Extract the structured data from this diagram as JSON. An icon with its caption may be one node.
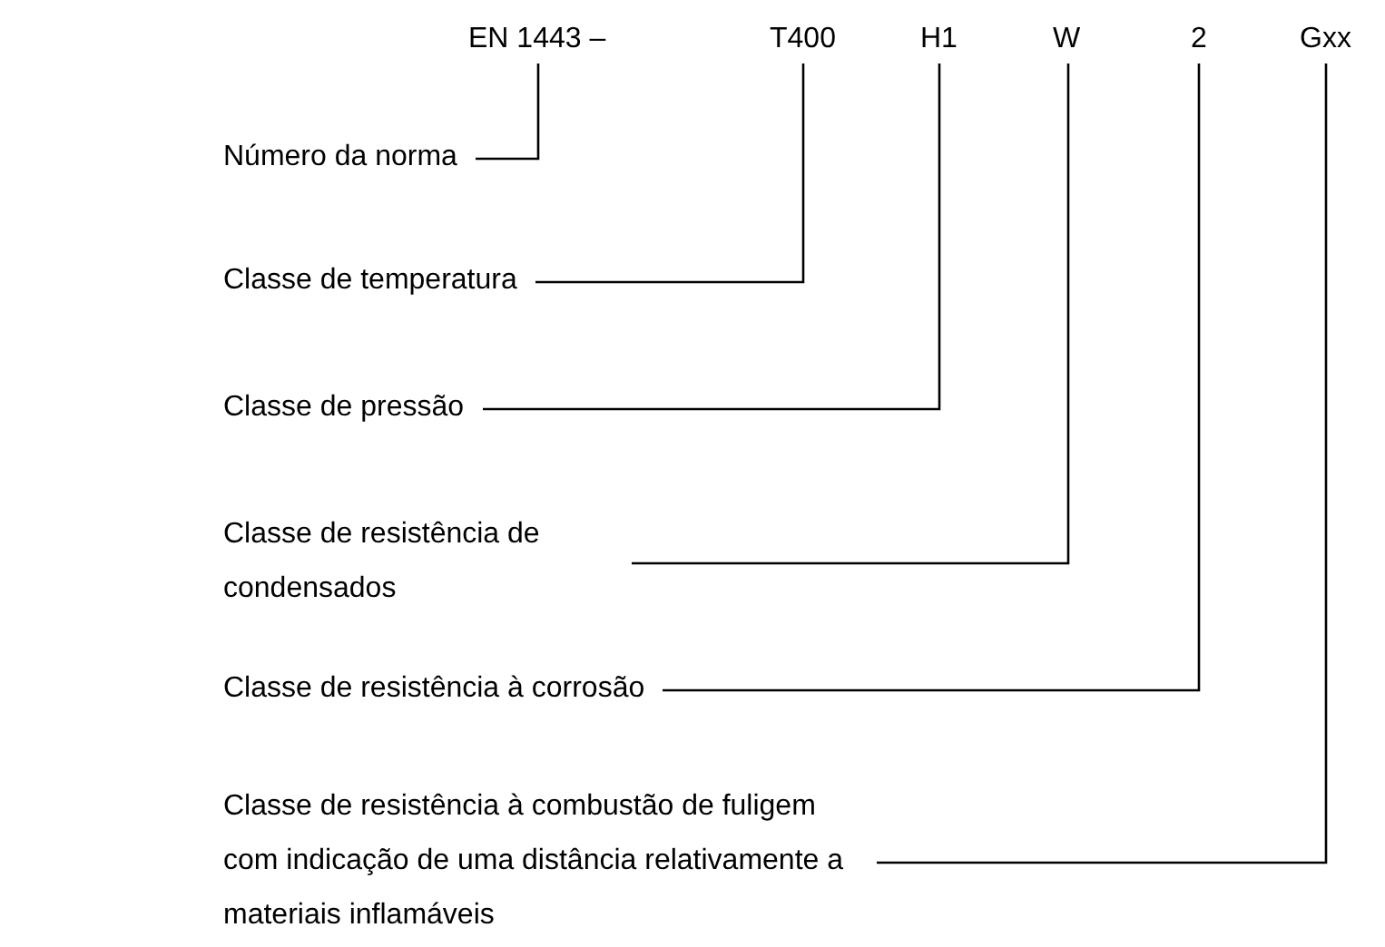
{
  "diagram": {
    "nodes": [
      {
        "text": [
          "EN 1443 –"
        ]
      },
      {
        "text": [
          "T400"
        ]
      },
      {
        "text": [
          "H1"
        ]
      },
      {
        "text": [
          "W"
        ]
      },
      {
        "text": [
          "2"
        ]
      },
      {
        "text": [
          "Gxx"
        ]
      },
      {
        "text": [
          "Número da norma"
        ]
      },
      {
        "text": [
          "Classe de temperatura"
        ]
      },
      {
        "text": [
          "Classe de pressão"
        ]
      },
      {
        "text": [
          "Classe de resistência de condensados"
        ]
      },
      {
        "text": [
          "Classe de resistência à corrosão"
        ]
      },
      {
        "text": [
          "Classe de resistência à combustão de fuligem com indicação de uma distância relativamente a materiais inflamáveis"
        ]
      }
    ],
    "edges": [
      {
        "from": 6,
        "to": 0,
        "arrow": "none"
      },
      {
        "from": 7,
        "to": 1,
        "arrow": "none"
      },
      {
        "from": 8,
        "to": 2,
        "arrow": "none"
      },
      {
        "from": 9,
        "to": 3,
        "arrow": "none"
      },
      {
        "from": 10,
        "to": 4,
        "arrow": "none"
      },
      {
        "from": 11,
        "to": 5,
        "arrow": "none"
      }
    ]
  }
}
